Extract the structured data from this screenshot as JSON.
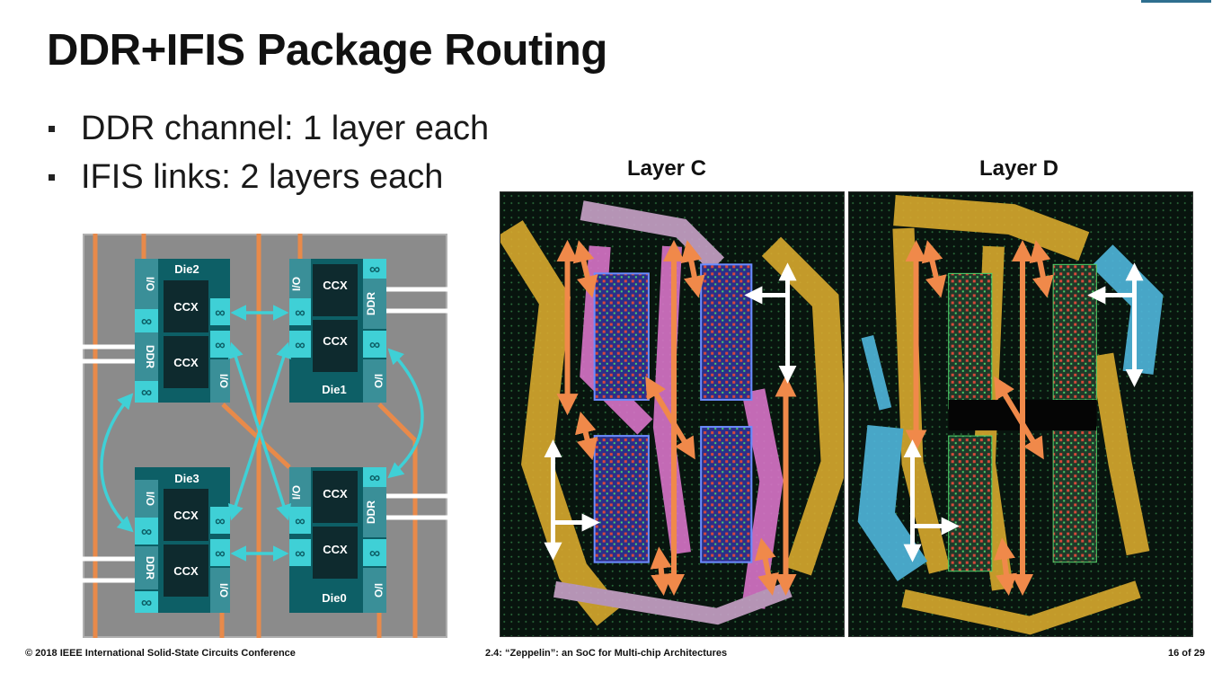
{
  "slide": {
    "title": "DDR+IFIS Package Routing",
    "bullets": [
      "DDR channel: 1 layer each",
      "IFIS links: 2 layers each"
    ]
  },
  "package_diagram": {
    "dies": [
      {
        "name": "Die2",
        "ccx": [
          "CCX",
          "CCX"
        ],
        "io": "I/O",
        "ddr": "DDR",
        "link_icon": "∞"
      },
      {
        "name": "Die1",
        "ccx": [
          "CCX",
          "CCX"
        ],
        "io": "I/O",
        "ddr": "DDR",
        "link_icon": "∞"
      },
      {
        "name": "Die3",
        "ccx": [
          "CCX",
          "CCX"
        ],
        "io": "I/O",
        "ddr": "DDR",
        "link_icon": "∞"
      },
      {
        "name": "Die0",
        "ccx": [
          "CCX",
          "CCX"
        ],
        "io": "I/O",
        "ddr": "DDR",
        "link_icon": "∞"
      }
    ]
  },
  "layers": [
    {
      "title": "Layer C"
    },
    {
      "title": "Layer D"
    }
  ],
  "colors": {
    "package_gray": "#8b8b8b",
    "die_teal": "#0d5f66",
    "ccx_dark": "#0e2a2e",
    "ifis_cyan": "#3fd0d6",
    "ddr_route": "#e88a4a",
    "layer_c_pink": "#d874c8",
    "layer_d_blue": "#4fb6dc",
    "route_gold": "#d8a92e"
  },
  "footer": {
    "left": "© 2018 IEEE International Solid-State Circuits Conference",
    "center": "2.4: “Zeppelin”: an SoC for Multi-chip Architectures",
    "right": "16 of 29"
  }
}
